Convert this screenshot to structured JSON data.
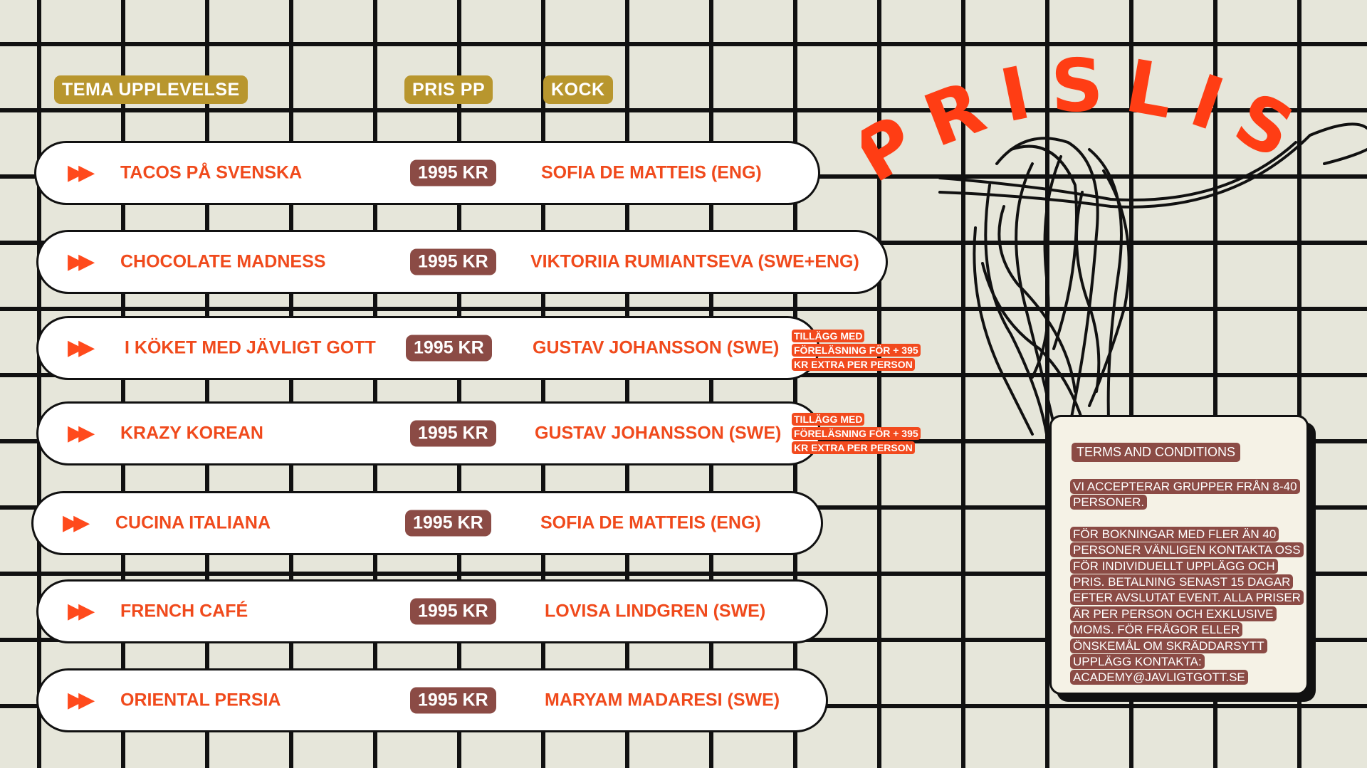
{
  "headers": {
    "theme": "TEMA UPPLEVELSE",
    "price": "PRIS PP",
    "chef": "KOCK"
  },
  "title": "PRISLISTA",
  "arrow_icon": "▶▶",
  "rows": [
    {
      "theme": "TACOS PÅ SVENSKA",
      "price": "1995 KR",
      "chef": "SOFIA DE MATTEIS (ENG)"
    },
    {
      "theme": "CHOCOLATE MADNESS",
      "price": "1995 KR",
      "chef": "VIKTORIIA RUMIANTSEVA (SWE+ENG)"
    },
    {
      "theme": "I KÖKET MED JÄVLIGT GOTT",
      "price": "1995 KR",
      "chef": "GUSTAV JOHANSSON (SWE)"
    },
    {
      "theme": "KRAZY KOREAN",
      "price": "1995 KR",
      "chef": "GUSTAV JOHANSSON (SWE)"
    },
    {
      "theme": "CUCINA ITALIANA",
      "price": "1995 KR",
      "chef": "SOFIA DE MATTEIS (ENG)"
    },
    {
      "theme": "FRENCH CAFÉ",
      "price": "1995 KR",
      "chef": "LOVISA LINDGREN (SWE)"
    },
    {
      "theme": "ORIENTAL PERSIA",
      "price": "1995 KR",
      "chef": "MARYAM MADARESI (SWE)"
    }
  ],
  "notes": [
    "TILLÄGG MED FÖRELÄSNING FÖR + 395 KR EXTRA PER PERSON",
    "TILLÄGG MED FÖRELÄSNING FÖR + 395 KR EXTRA PER PERSON"
  ],
  "terms": {
    "title": "TERMS AND CONDITIONS",
    "para1": "VI ACCEPTERAR GRUPPER FRÅN 8-40 PERSONER.",
    "para2": "FÖR BOKNINGAR MED FLER ÄN 40 PERSONER VÄNLIGEN KONTAKTA OSS FÖR INDIVIDUELLT UPPLÄGG OCH PRIS. BETALNING SENAST 15 DAGAR EFTER AVSLUTAT EVENT. ALLA PRISER ÄR PER PERSON OCH EXKLUSIVE MOMS. FÖR FRÅGOR ELLER ÖNSKEMÅL OM SKRÄDDARSYTT UPPLÄGG KONTAKTA: ACADEMY@JAVLIGTGOTT.SE"
  },
  "colors": {
    "accent": "#f04a1c",
    "gold": "#b8962e",
    "brown": "#8b4b45",
    "background": "#e6e6da"
  }
}
